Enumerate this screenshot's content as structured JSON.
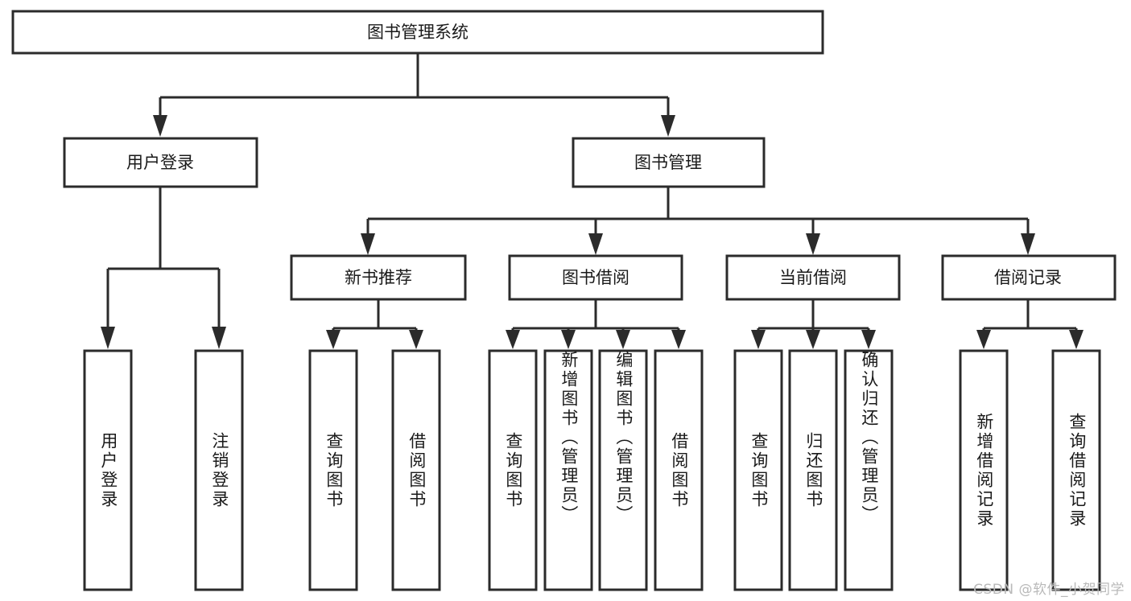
{
  "diagram": {
    "type": "tree",
    "title": "图书管理系统",
    "orientation": "top-down",
    "colors": {
      "stroke": "#2b2b2b",
      "fill": "#ffffff",
      "text": "#1a1a1a",
      "background": "#ffffff",
      "watermark": "#b9b9b9"
    },
    "root": {
      "label": "图书管理系统"
    },
    "level2": [
      {
        "label": "用户登录"
      },
      {
        "label": "图书管理"
      }
    ],
    "level3": [
      {
        "label": "新书推荐"
      },
      {
        "label": "图书借阅"
      },
      {
        "label": "当前借阅"
      },
      {
        "label": "借阅记录"
      }
    ],
    "leaves": {
      "user_login": [
        {
          "label": "用户登录"
        },
        {
          "label": "注销登录"
        }
      ],
      "new_book_recommend": [
        {
          "label": "查询图书"
        },
        {
          "label": "借阅图书"
        }
      ],
      "book_borrow": [
        {
          "label": "查询图书"
        },
        {
          "label": "新增图书（管理员）"
        },
        {
          "label": "编辑图书（管理员）"
        },
        {
          "label": "借阅图书"
        }
      ],
      "current_borrow": [
        {
          "label": "查询图书"
        },
        {
          "label": "归还图书"
        },
        {
          "label": "确认归还（管理员）"
        }
      ],
      "borrow_record": [
        {
          "label": "新增借阅记录"
        },
        {
          "label": "查询借阅记录"
        }
      ]
    }
  },
  "watermark": {
    "text": "CSDN @软件_小贺同学"
  }
}
